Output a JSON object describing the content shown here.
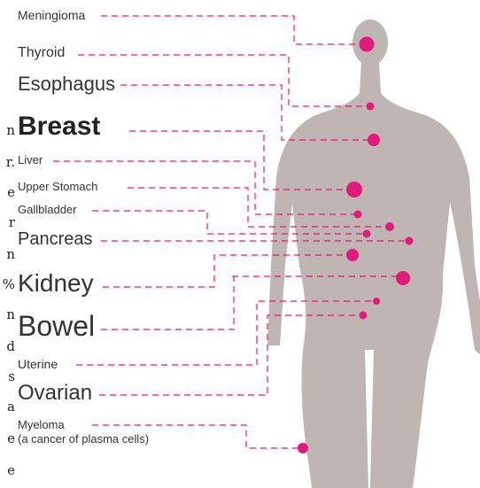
{
  "title": "",
  "body_color": "#bfb5b2",
  "marker_color": "#e21a7b",
  "line_color": "#e21a7b",
  "clipped_text": [
    "n",
    "r.",
    "e",
    "r",
    "n",
    "%",
    "n",
    "d",
    "s",
    "a",
    "e",
    "e"
  ],
  "labels": [
    {
      "id": "meningioma",
      "text": "Meningioma"
    },
    {
      "id": "thyroid",
      "text": "Thyroid"
    },
    {
      "id": "esophagus",
      "text": "Esophagus"
    },
    {
      "id": "breast",
      "text": "Breast"
    },
    {
      "id": "liver",
      "text": "Liver"
    },
    {
      "id": "upper-stomach",
      "text": "Upper Stomach"
    },
    {
      "id": "gallbladder",
      "text": "Gallbladder"
    },
    {
      "id": "pancreas",
      "text": "Pancreas"
    },
    {
      "id": "kidney",
      "text": "Kidney"
    },
    {
      "id": "bowel",
      "text": "Bowel"
    },
    {
      "id": "uterine",
      "text": "Uterine"
    },
    {
      "id": "ovarian",
      "text": "Ovarian"
    },
    {
      "id": "myeloma",
      "text": "Myeloma",
      "subtext": "(a cancer of plasma cells)"
    }
  ]
}
